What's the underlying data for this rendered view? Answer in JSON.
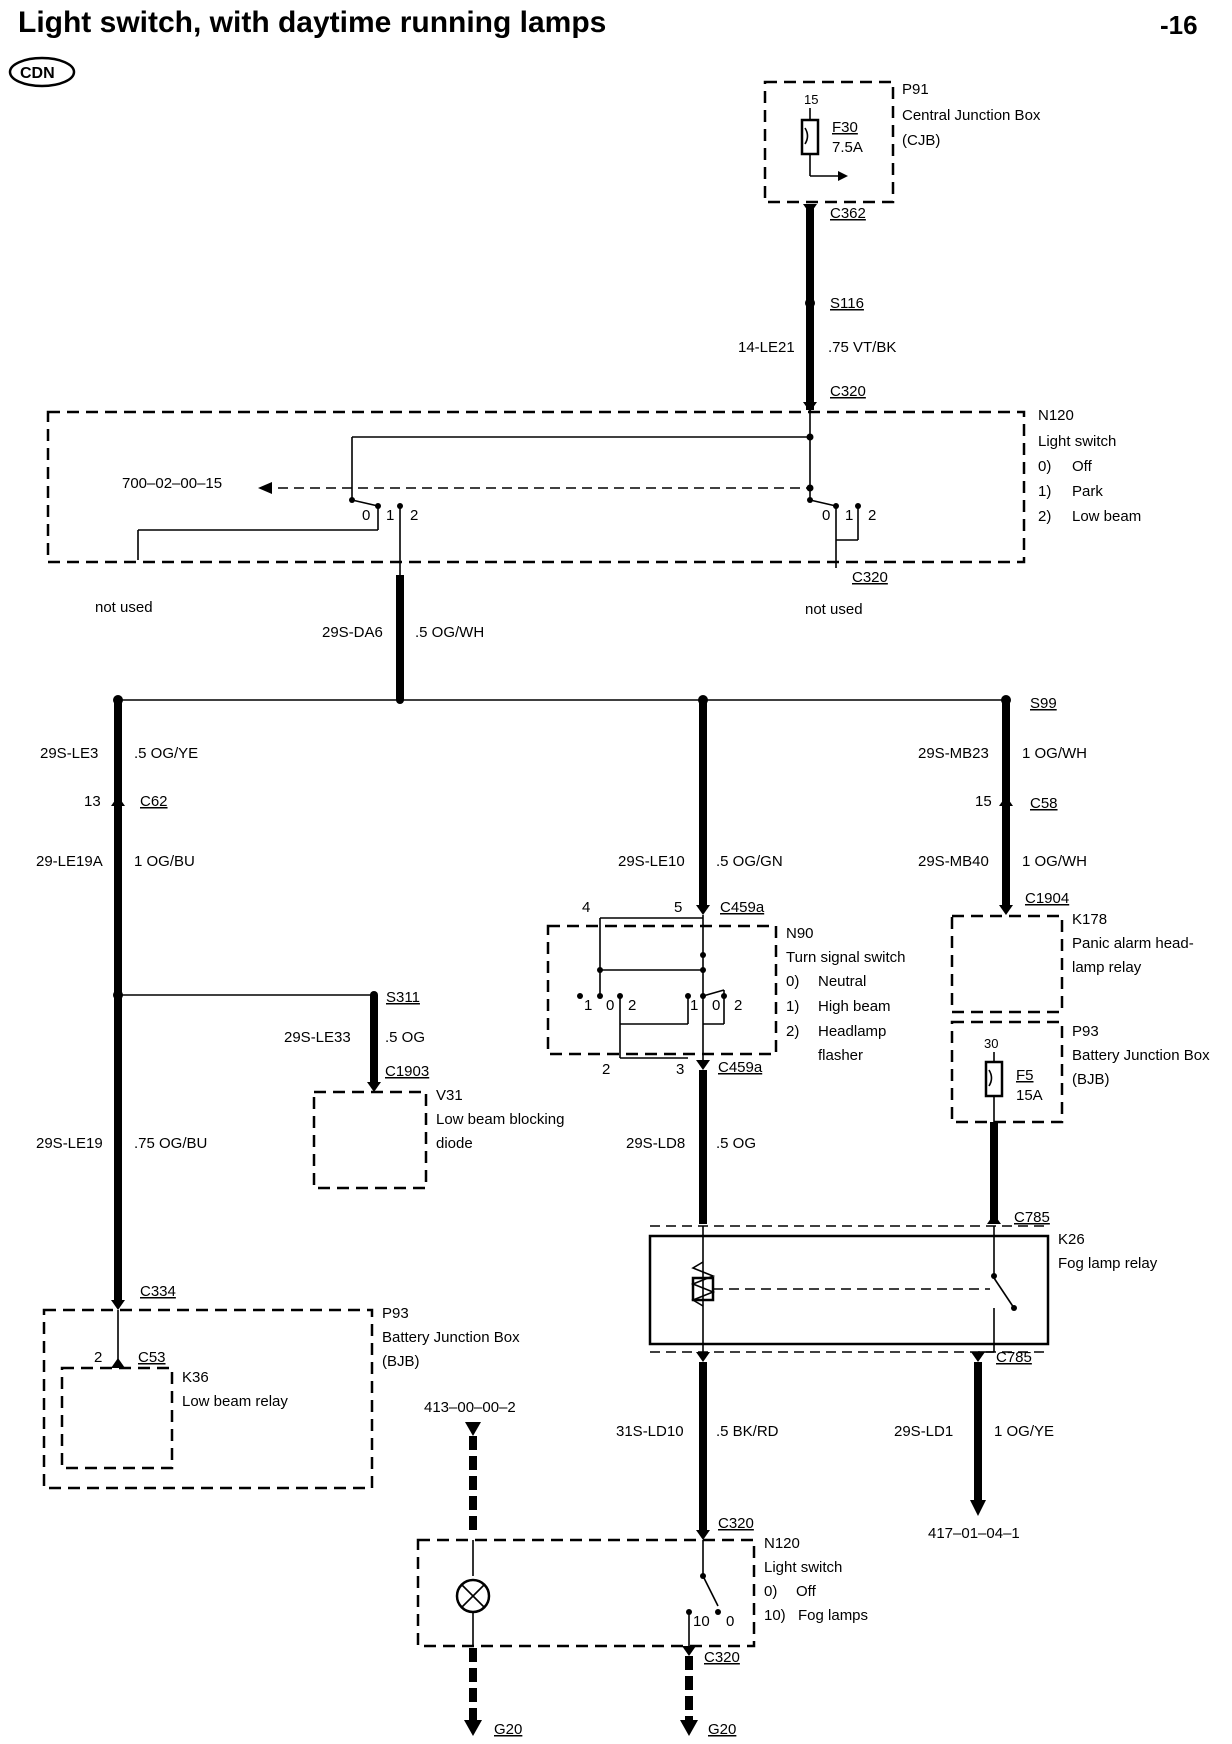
{
  "title": "Light switch, with daytime running lamps",
  "page_number": "-16",
  "market_badge": "CDN",
  "components": {
    "p91": {
      "id": "P91",
      "name": "Central Junction Box",
      "abbr": "(CJB)",
      "pin": "15",
      "fuse": "F30",
      "rating": "7.5A"
    },
    "n120_top": {
      "id": "N120",
      "name": "Light switch",
      "positions": [
        "0)",
        "Off",
        "1)",
        "Park",
        "2)",
        "Low beam"
      ],
      "ref_left": "700–02–00–15",
      "pins": [
        "0",
        "1",
        "2"
      ]
    },
    "n90": {
      "id": "N90",
      "name": "Turn signal switch",
      "positions": [
        "0)",
        "Neutral",
        "1)",
        "High beam",
        "2)",
        "Headlamp",
        "flasher"
      ],
      "pins_top": [
        "4",
        "5"
      ],
      "pins_bottom": [
        "2",
        "3"
      ],
      "contacts": [
        "1",
        "0",
        "2",
        "1",
        "0",
        "2"
      ]
    },
    "k178": {
      "id": "K178",
      "name_line1": "Panic alarm head-",
      "name_line2": "lamp relay"
    },
    "p93_right": {
      "id": "P93",
      "name": "Battery Junction Box",
      "abbr": "(BJB)",
      "pin": "30",
      "fuse": "F5",
      "rating": "15A"
    },
    "v31": {
      "id": "V31",
      "name_line1": "Low beam blocking",
      "name_line2": "diode"
    },
    "k26": {
      "id": "K26",
      "name": "Fog lamp relay"
    },
    "p93_left": {
      "id": "P93",
      "name": "Battery Junction Box",
      "abbr": "(BJB)"
    },
    "k36": {
      "id": "K36",
      "name": "Low beam relay",
      "pin": "2",
      "connector": "C53"
    },
    "n120_bottom": {
      "id": "N120",
      "name": "Light switch",
      "positions": [
        "0)",
        "Off",
        "10)",
        "Fog lamps"
      ],
      "pins": [
        "10",
        "0"
      ]
    }
  },
  "connectors": {
    "c362": "C362",
    "s116": "S116",
    "c320_a": "C320",
    "c320_b": "C320",
    "s99": "S99",
    "c62": "C62",
    "c62_pin": "13",
    "c58": "C58",
    "c58_pin": "15",
    "c1904": "C1904",
    "c459a_top": "C459a",
    "c459a_bottom": "C459a",
    "s311": "S311",
    "c1903": "C1903",
    "c785_top": "C785",
    "c785_bottom": "C785",
    "c334": "C334",
    "c320_c": "C320",
    "c320_d": "C320",
    "g20_a": "G20",
    "g20_b": "G20"
  },
  "wires": {
    "w1": {
      "circuit": "14-LE21",
      "spec": ".75 VT/BK"
    },
    "w2": {
      "circuit": "29S-DA6",
      "spec": ".5 OG/WH"
    },
    "w3": {
      "circuit": "29S-LE3",
      "spec": ".5 OG/YE"
    },
    "w4": {
      "circuit": "29-LE19A",
      "spec": "1 OG/BU"
    },
    "w5": {
      "circuit": "29S-LE10",
      "spec": ".5 OG/GN"
    },
    "w6": {
      "circuit": "29S-MB23",
      "spec": "1 OG/WH"
    },
    "w7": {
      "circuit": "29S-MB40",
      "spec": "1 OG/WH"
    },
    "w8": {
      "circuit": "29S-LE33",
      "spec": ".5 OG"
    },
    "w9": {
      "circuit": "29S-LE19",
      "spec": ".75 OG/BU"
    },
    "w10": {
      "circuit": "29S-LD8",
      "spec": ".5 OG"
    },
    "w11": {
      "circuit": "31S-LD10",
      "spec": ".5 BK/RD"
    },
    "w12": {
      "circuit": "29S-LD1",
      "spec": "1 OG/YE"
    }
  },
  "notes": {
    "not_used_left": "not used",
    "not_used_right": "not used"
  },
  "refs": {
    "ref_413": "413–00–00–2",
    "ref_417": "417–01–04–1"
  }
}
